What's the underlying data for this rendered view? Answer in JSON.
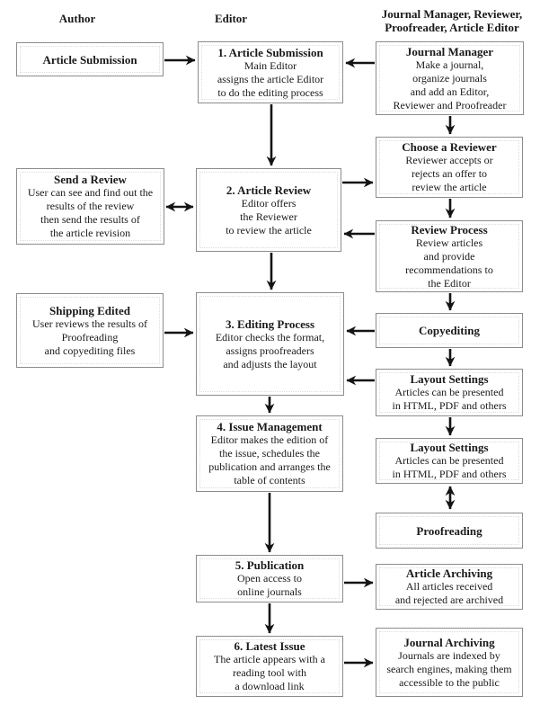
{
  "colors": {
    "text": "#1a1a1a",
    "box_border": "#8c8c8c",
    "arrow": "#141414",
    "background": "#ffffff"
  },
  "columns": {
    "author": "Author",
    "editor": "Editor",
    "manager_line1": "Journal Manager, Reviewer,",
    "manager_line2": "Proofreader, Article Editor"
  },
  "boxes": {
    "article_submission": {
      "title": "Article Submission",
      "lines": []
    },
    "step1": {
      "title": "1. Article Submission",
      "lines": [
        "Main Editor",
        "assigns the article Editor",
        "to do the editing process"
      ]
    },
    "journal_manager": {
      "title": "Journal Manager",
      "lines": [
        "Make a journal,",
        "organize journals",
        "and add an Editor,",
        "Reviewer and Proofreader"
      ]
    },
    "choose_reviewer": {
      "title": "Choose a Reviewer",
      "lines": [
        "Reviewer accepts or",
        "rejects an offer to",
        "review the article"
      ]
    },
    "send_review": {
      "title": "Send a Review",
      "lines": [
        "User can see and find out the",
        "results of the review",
        "then send the results of",
        "the article revision"
      ]
    },
    "step2": {
      "title": "2. Article Review",
      "lines": [
        "Editor offers",
        "the Reviewer",
        "to review the article"
      ]
    },
    "review_process": {
      "title": "Review Process",
      "lines": [
        "Review articles",
        "and provide",
        "recommendations to",
        "the Editor"
      ]
    },
    "shipping_edited": {
      "title": "Shipping Edited",
      "lines": [
        "User reviews the results of",
        "Proofreading",
        "and copyediting files"
      ]
    },
    "step3": {
      "title": "3. Editing Process",
      "lines": [
        "Editor checks the format,",
        "assigns proofreaders",
        "and adjusts the layout"
      ]
    },
    "copyediting": {
      "title": "Copyediting",
      "lines": []
    },
    "layout_settings_1": {
      "title": "Layout Settings",
      "lines": [
        "Articles can be presented",
        "in HTML, PDF and others"
      ]
    },
    "step4": {
      "title": "4. Issue Management",
      "lines": [
        "Editor makes the edition of",
        "the issue, schedules the",
        "publication and arranges the",
        "table of contents"
      ]
    },
    "layout_settings_2": {
      "title": "Layout Settings",
      "lines": [
        "Articles can be presented",
        "in HTML, PDF and others"
      ]
    },
    "proofreading": {
      "title": "Proofreading",
      "lines": []
    },
    "step5": {
      "title": "5. Publication",
      "lines": [
        "Open access to",
        "online journals"
      ]
    },
    "article_archiving": {
      "title": "Article Archiving",
      "lines": [
        "All articles received",
        "and rejected are archived"
      ]
    },
    "step6": {
      "title": "6. Latest Issue",
      "lines": [
        "The article appears with a",
        "reading tool with",
        "a download link"
      ]
    },
    "journal_archiving": {
      "title": "Journal Archiving",
      "lines": [
        "Journals are indexed by",
        "search engines, making them",
        "accessible to the public"
      ]
    }
  }
}
